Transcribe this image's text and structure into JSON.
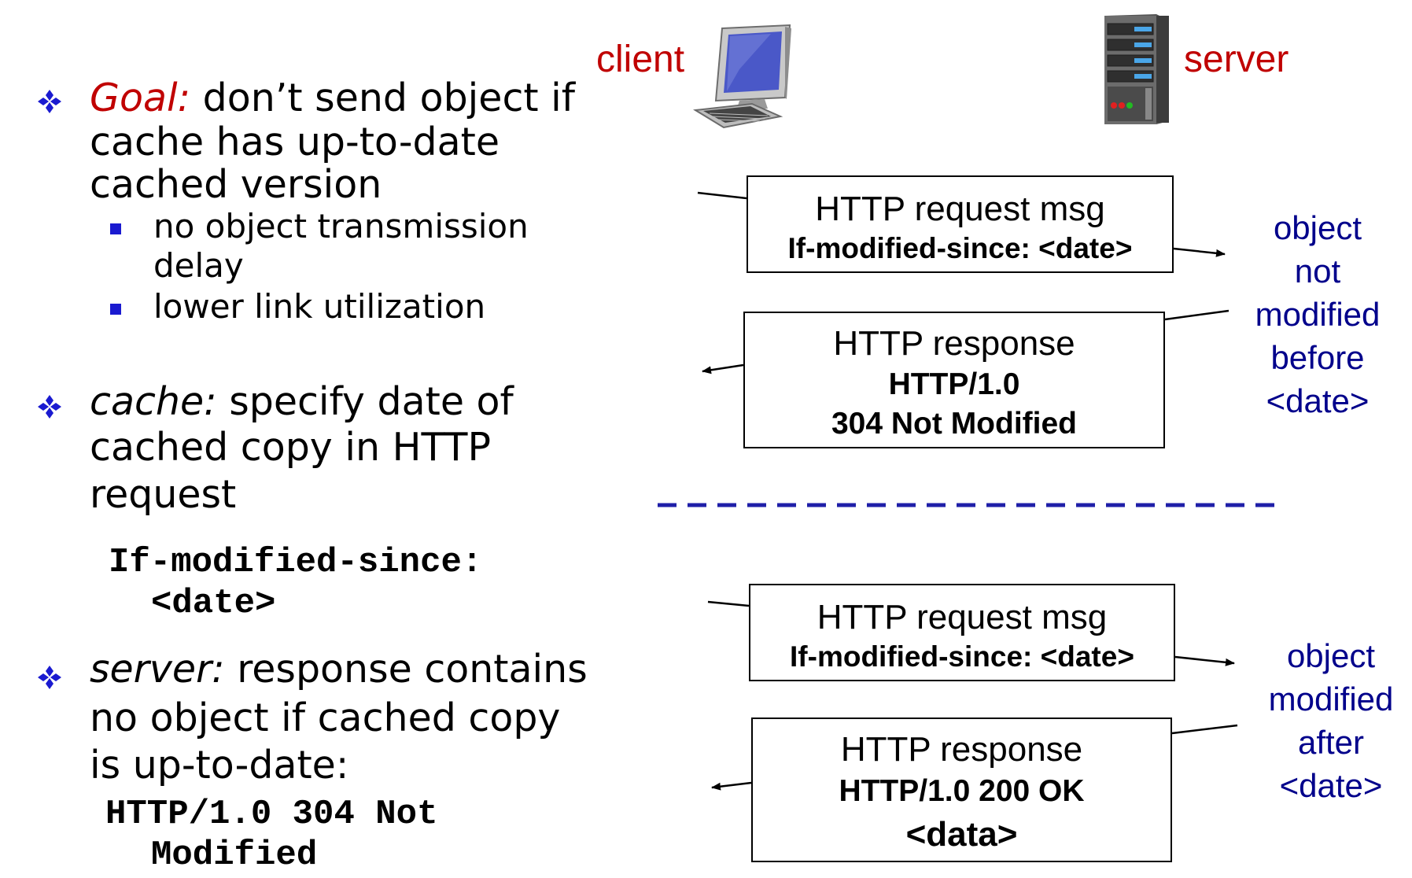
{
  "bullets": {
    "goal": {
      "keyword": "Goal:",
      "line1_rest": " don’t send object if",
      "line2": "cache has up-to-date",
      "line3": "cached version",
      "subs": [
        {
          "line1": "no object transmission",
          "line2": "delay"
        },
        {
          "line1": "lower link utilization"
        }
      ]
    },
    "cache": {
      "keyword": "cache:",
      "line1_rest": " specify date of",
      "line2": "cached copy in HTTP",
      "line3": "request",
      "code1": "If-modified-since:",
      "code2": "<date>"
    },
    "server": {
      "keyword": "server:",
      "line1_rest": " response contains",
      "line2": "no object if cached copy",
      "line3": "is up-to-date:",
      "code1": "HTTP/1.0 304 Not",
      "code2": "Modified"
    }
  },
  "diagram": {
    "client_label": "client",
    "server_label": "server",
    "case1": {
      "request_title": "HTTP request msg",
      "request_header": "If-modified-since: <date>",
      "response_title": "HTTP response",
      "response_line2": "HTTP/1.0",
      "response_line3": "304 Not Modified",
      "note": [
        "object",
        "not",
        "modified",
        "before",
        "<date>"
      ]
    },
    "case2": {
      "request_title": "HTTP request msg",
      "request_header": "If-modified-since: <date>",
      "response_title": "HTTP response",
      "response_line2": "HTTP/1.0 200 OK",
      "response_line3": "<data>",
      "note": [
        "object",
        "modified",
        "after",
        "<date>"
      ]
    }
  },
  "colors": {
    "keyword_red": "#c00000",
    "note_blue": "#00008b",
    "divider_blue": "#1f1fa8",
    "bullet_blue": "#1a1ad0"
  },
  "icons": [
    "diamond-bullet-icon",
    "square-bullet-icon",
    "desktop-computer-icon",
    "server-tower-icon"
  ]
}
